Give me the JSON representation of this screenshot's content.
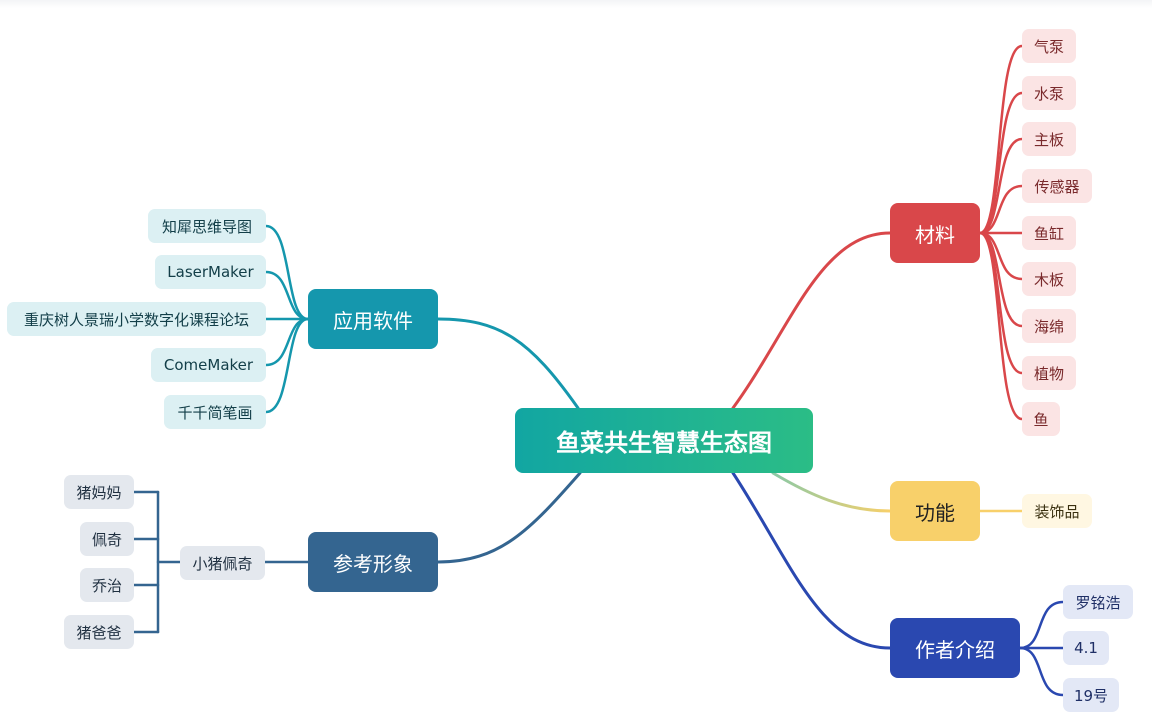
{
  "root": {
    "label": "鱼菜共生智慧生态图"
  },
  "branches": {
    "materials": {
      "label": "材料",
      "color": "#d9474a",
      "items": [
        "气泵",
        "水泵",
        "主板",
        "传感器",
        "鱼缸",
        "木板",
        "海绵",
        "植物",
        "鱼"
      ]
    },
    "function": {
      "label": "功能",
      "color": "#f8d06a",
      "items": [
        "装饰品"
      ]
    },
    "author": {
      "label": "作者介绍",
      "color": "#2a48b0",
      "items": [
        "罗铭浩",
        "4.1",
        "19号"
      ]
    },
    "software": {
      "label": "应用软件",
      "color": "#1597ad",
      "items": [
        "知犀思维导图",
        "LaserMaker",
        "重庆树人景瑞小学数字化课程论坛",
        "ComeMaker",
        "千千简笔画"
      ]
    },
    "reference": {
      "label": "参考形象",
      "color": "#346590",
      "sub": "小猪佩奇",
      "items": [
        "猪妈妈",
        "佩奇",
        "乔治",
        "猪爸爸"
      ]
    }
  }
}
